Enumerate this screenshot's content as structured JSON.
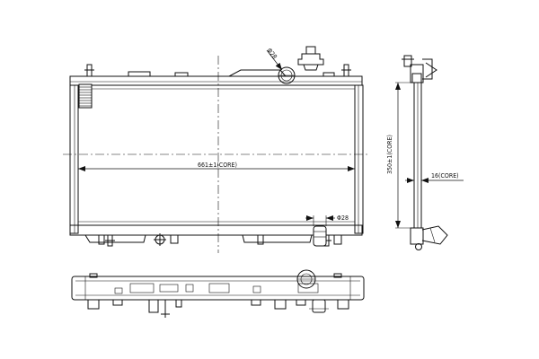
{
  "dimensions": {
    "core_width": "661±1(CORE)",
    "core_height": "350±1(CORE)",
    "core_depth": "16(CORE)",
    "cap_diameter": "Φ28",
    "outlet_diameter": "Φ28"
  }
}
